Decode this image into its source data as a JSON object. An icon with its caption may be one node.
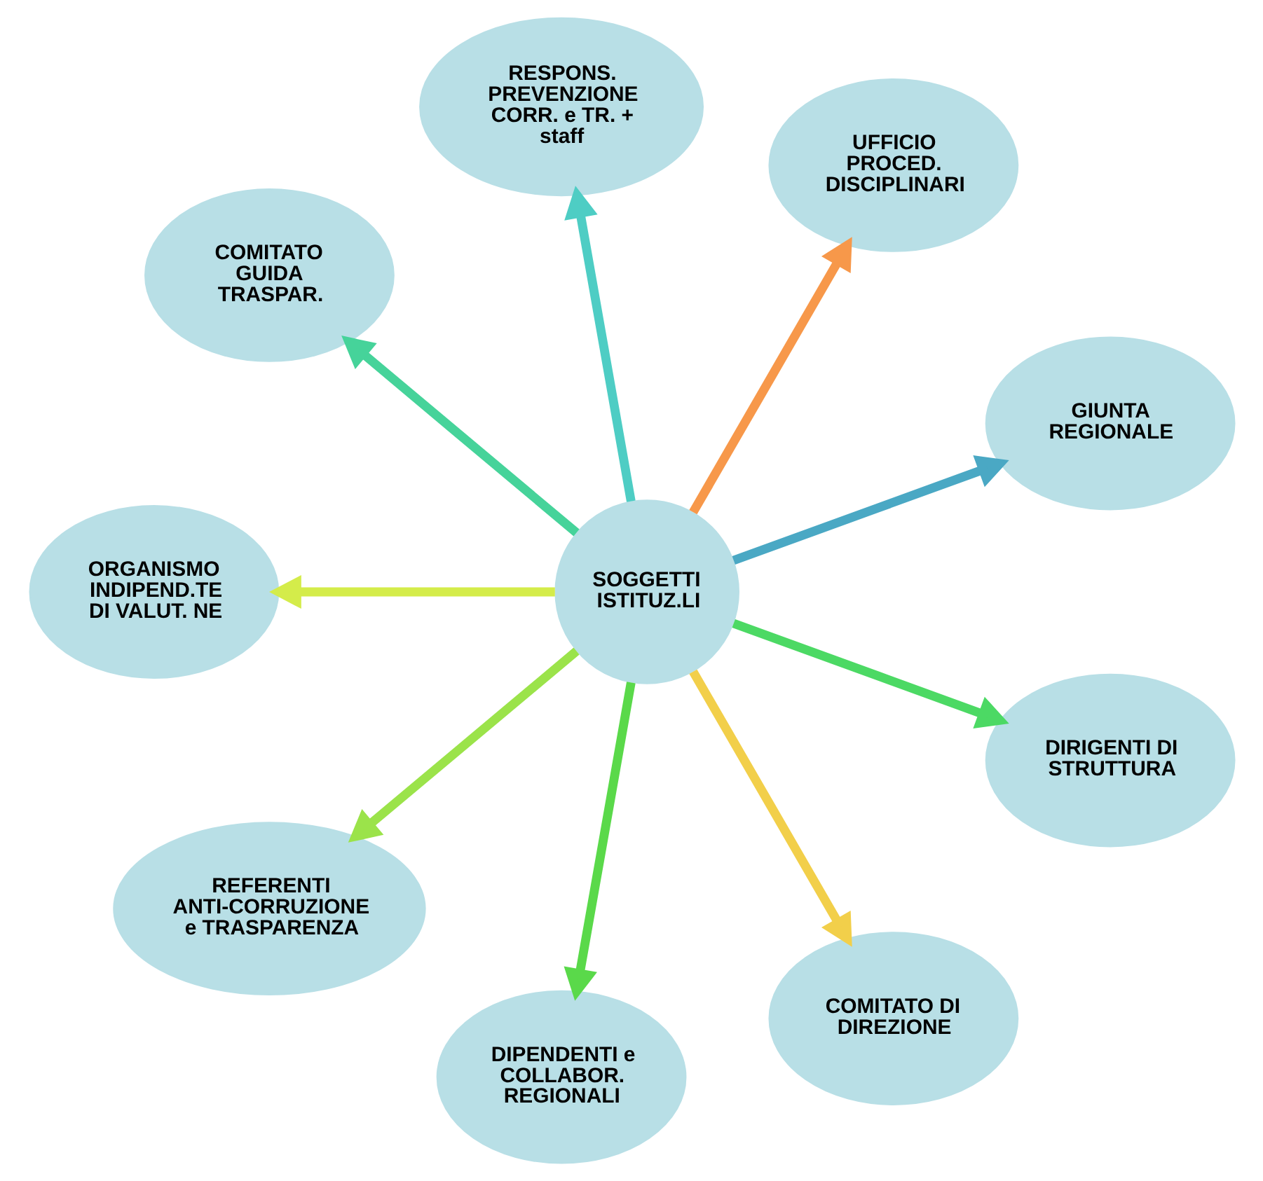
{
  "diagram": {
    "nodes": [
      {
        "text": [
          "SOGGETTI ISTITUZ.LI"
        ]
      },
      {
        "text": [
          "GIUNTA REGIONALE"
        ]
      },
      {
        "text": [
          "UFFICIO PROCED. DISCIPLINARI"
        ]
      },
      {
        "text": [
          "RESPONS. PREVENZIONE CORR. e TR. + staff"
        ]
      },
      {
        "text": [
          "COMITATO GUIDA TRASPAR."
        ]
      },
      {
        "text": [
          "ORGANISMO INDIPEND.TE DI VALUT. NE"
        ]
      },
      {
        "text": [
          "REFERENTI ANTI-CORRUZIONE e TRASPARENZA"
        ]
      },
      {
        "text": [
          "DIPENDENTI e COLLABOR. REGIONALI"
        ]
      },
      {
        "text": [
          "COMITATO DI DIREZIONE"
        ]
      },
      {
        "text": [
          "DIRIGENTI DI STRUTTURA"
        ]
      }
    ],
    "edges": [
      {
        "from": 0,
        "to": 4,
        "arrow": "to",
        "color": "#46d39a"
      },
      {
        "from": 0,
        "to": 3,
        "arrow": "to",
        "color": "#4ecdc4"
      },
      {
        "from": 0,
        "to": 1,
        "arrow": "to",
        "color": "#4aa8c4"
      },
      {
        "from": 0,
        "to": 2,
        "arrow": "to",
        "color": "#f7984a"
      },
      {
        "from": 0,
        "to": 5,
        "arrow": "to",
        "color": "#d4ec4a"
      },
      {
        "from": 0,
        "to": 7,
        "arrow": "to",
        "color": "#5ad94a"
      },
      {
        "from": 0,
        "to": 9,
        "arrow": "to",
        "color": "#4cd964"
      },
      {
        "from": 0,
        "to": 8,
        "arrow": "to",
        "color": "#f2cf4a"
      },
      {
        "from": 0,
        "to": 6,
        "arrow": "to",
        "color": "#9be34a"
      }
    ]
  }
}
